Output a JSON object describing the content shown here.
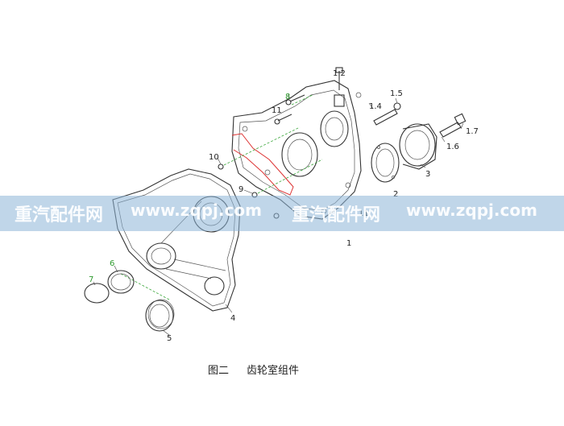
{
  "watermark": {
    "site_name_1": "重汽配件网",
    "url_1": "www.zqpj.com",
    "site_name_2": "重汽配件网",
    "url_2": "www.zqpj.com"
  },
  "caption": {
    "figure_label": "图二",
    "title": "齿轮室组件"
  },
  "callouts": {
    "c1": "1",
    "c1_2": "1.2",
    "c1_4": "1.4",
    "c1_5": "1.5",
    "c1_6": "1.6",
    "c1_7": "1.7",
    "c2": "2",
    "c3": "3",
    "c4": "4",
    "c5": "5",
    "c6": "6",
    "c7": "7",
    "c8": "8",
    "c9": "9",
    "c10": "10",
    "c11a": "11",
    "c11b": "11"
  },
  "colors": {
    "line": "#333333",
    "green_callout": "#2e9b2e",
    "red_trace": "#dd3333",
    "watermark_band": "#8cb4d7"
  }
}
